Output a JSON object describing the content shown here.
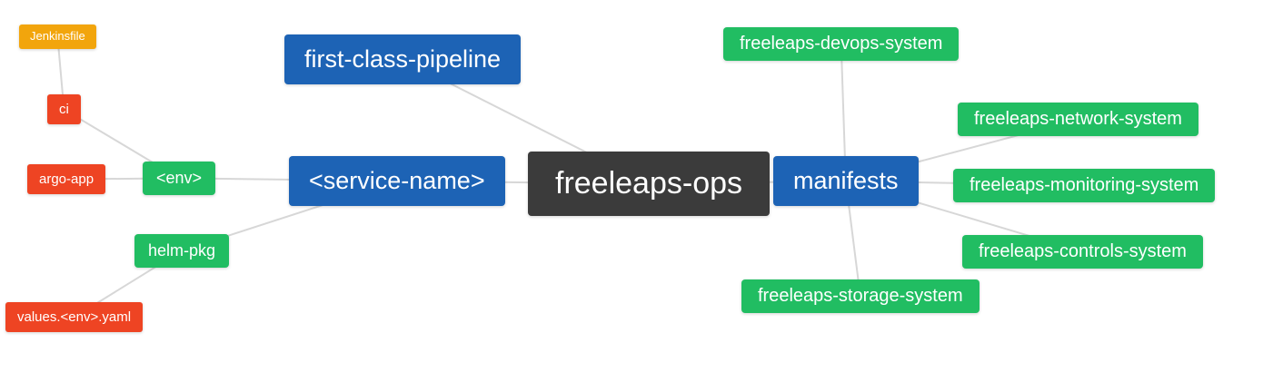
{
  "diagram": {
    "title": "freeleaps-ops repository mind map",
    "connector_color": "#d7d7d7",
    "colors": {
      "root": "#3b3b3b",
      "branch": "#1d63b5",
      "leaf_green": "#21bd62",
      "leaf_red": "#ee4423",
      "leaf_orange": "#f2a50c"
    },
    "nodes": {
      "jenkinsfile": {
        "label": "Jenkinsfile"
      },
      "ci": {
        "label": "ci"
      },
      "argo_app": {
        "label": "argo-app"
      },
      "env": {
        "label": "<env>"
      },
      "helm_pkg": {
        "label": "helm-pkg"
      },
      "values_env_yaml": {
        "label": "values.<env>.yaml"
      },
      "service_name": {
        "label": "<service-name>"
      },
      "first_class_pipeline": {
        "label": "first-class-pipeline"
      },
      "freeleaps_ops": {
        "label": "freeleaps-ops"
      },
      "manifests": {
        "label": "manifests"
      },
      "devops_system": {
        "label": "freeleaps-devops-system"
      },
      "network_system": {
        "label": "freeleaps-network-system"
      },
      "monitoring_system": {
        "label": "freeleaps-monitoring-system"
      },
      "controls_system": {
        "label": "freeleaps-controls-system"
      },
      "storage_system": {
        "label": "freeleaps-storage-system"
      }
    },
    "edges": [
      [
        "freeleaps_ops",
        "first_class_pipeline"
      ],
      [
        "freeleaps_ops",
        "service_name"
      ],
      [
        "freeleaps_ops",
        "manifests"
      ],
      [
        "service_name",
        "env"
      ],
      [
        "service_name",
        "helm_pkg"
      ],
      [
        "env",
        "ci"
      ],
      [
        "env",
        "argo_app"
      ],
      [
        "ci",
        "jenkinsfile"
      ],
      [
        "helm_pkg",
        "values_env_yaml"
      ],
      [
        "manifests",
        "devops_system"
      ],
      [
        "manifests",
        "network_system"
      ],
      [
        "manifests",
        "monitoring_system"
      ],
      [
        "manifests",
        "controls_system"
      ],
      [
        "manifests",
        "storage_system"
      ]
    ]
  }
}
